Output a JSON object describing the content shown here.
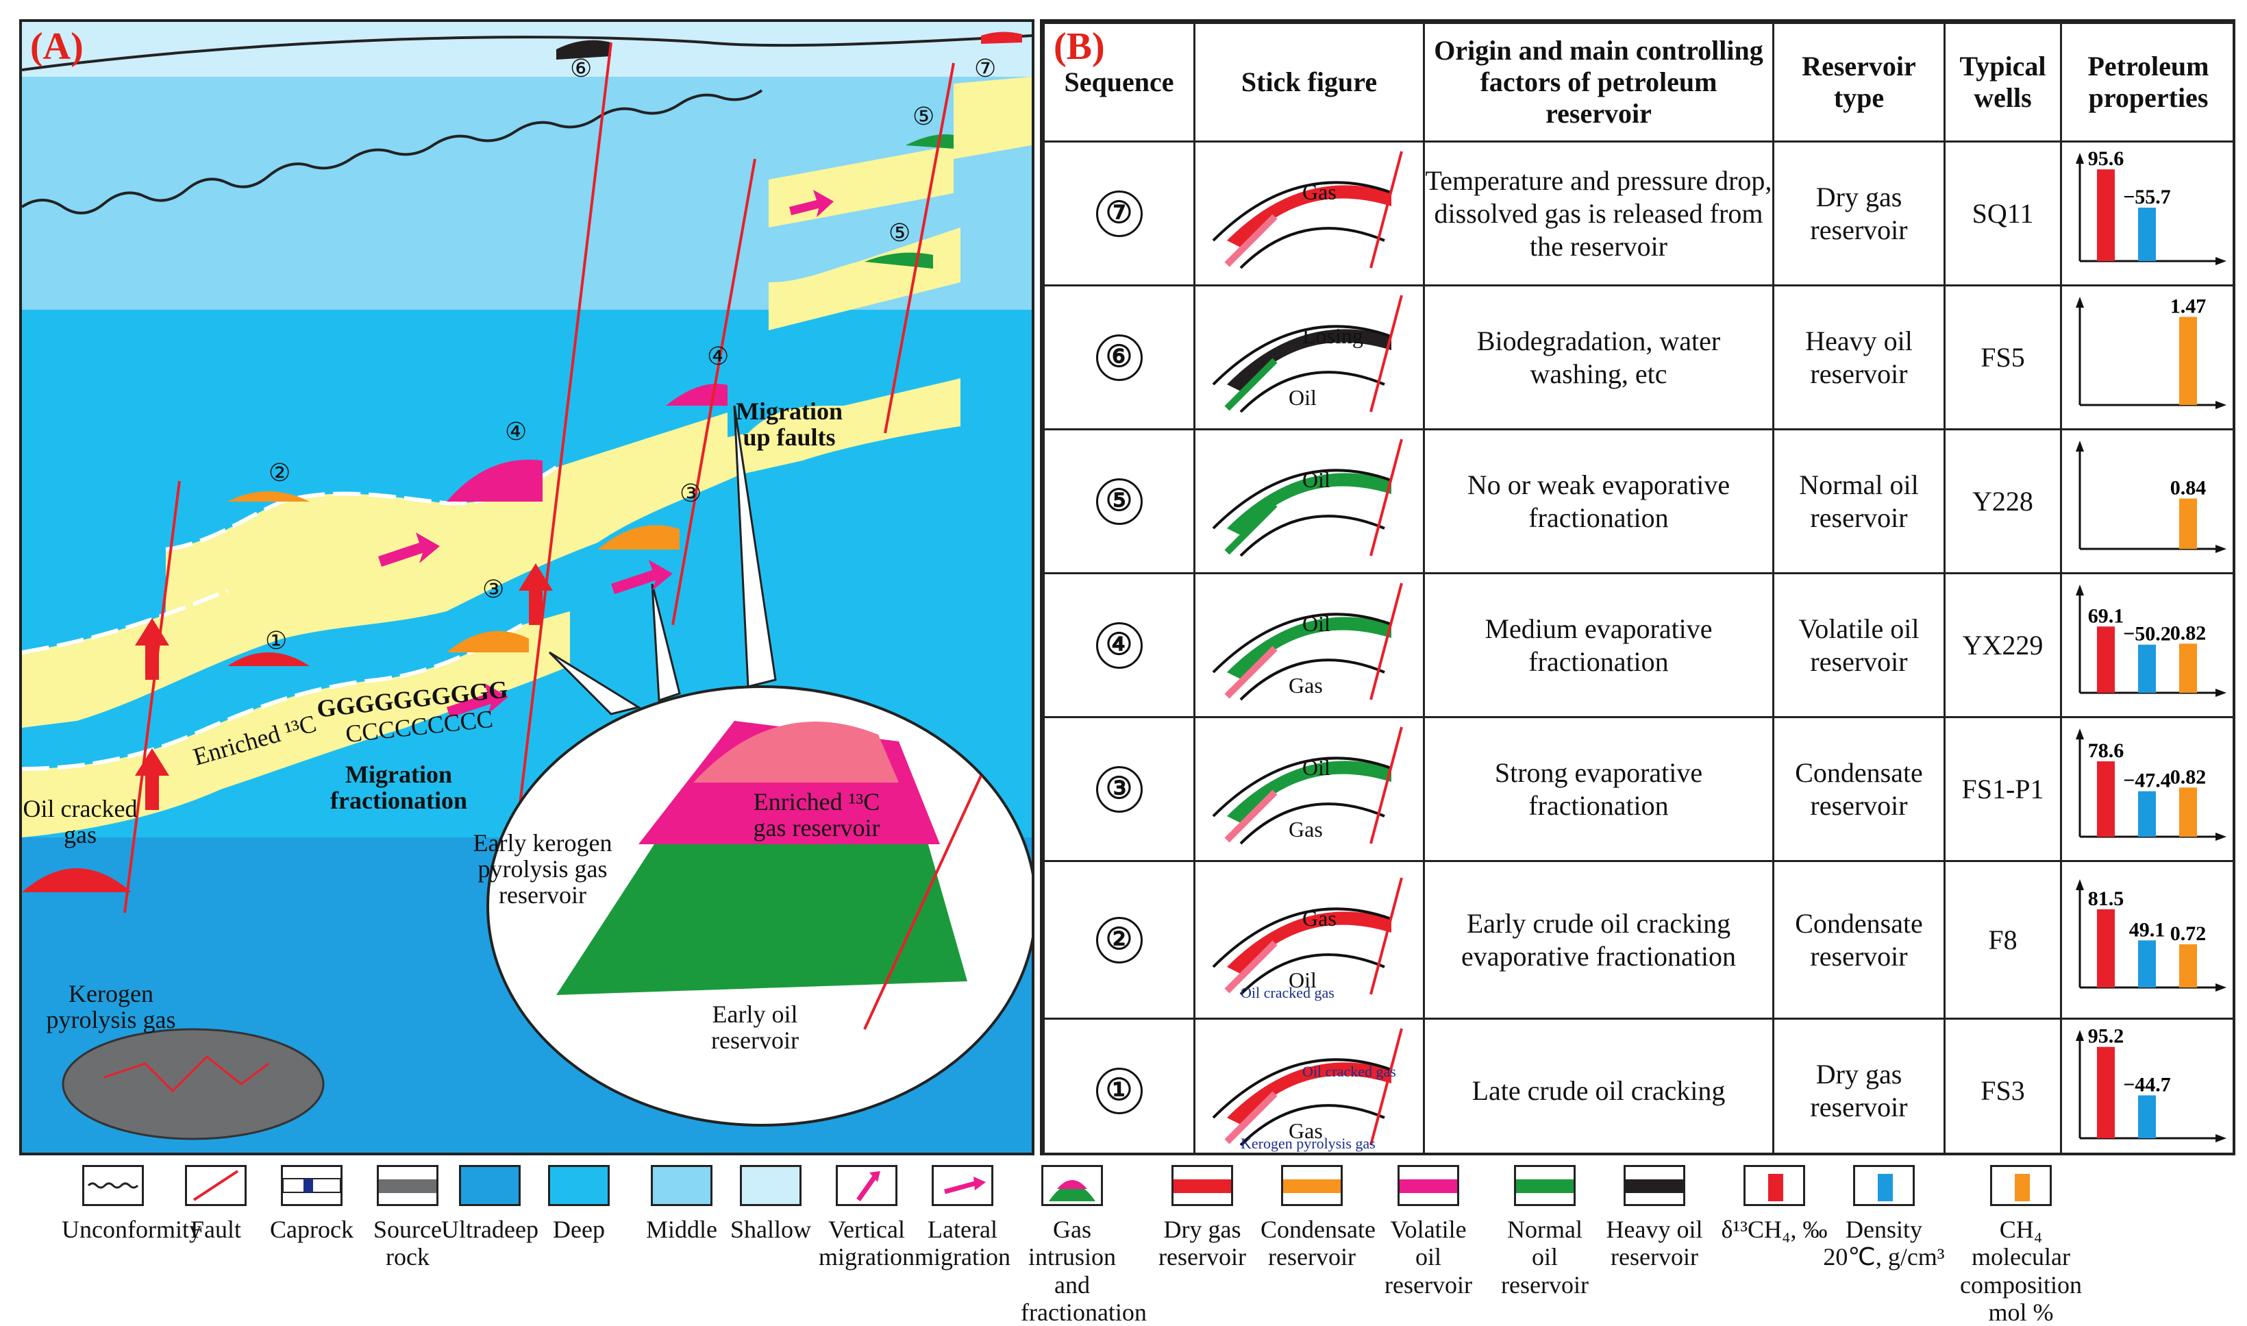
{
  "panel_a": {
    "label": "(A)",
    "oil_cracked_gas": "Oil cracked gas",
    "kerogen_pyrolysis_gas": "Kerogen pyrolysis gas",
    "enriched_13c": "Enriched ¹³C",
    "g_letters": "GGGGGGGGGG",
    "c_letters": "CCCCCCCCC",
    "migration_fractionation": "Migration fractionation",
    "migration_up_faults": "Migration up faults",
    "early_kerogen": "Early kerogen pyrolysis gas reservoir",
    "enriched_13c_gas": "Enriched ¹³C gas reservoir",
    "early_oil": "Early oil reservoir",
    "markers": [
      "①",
      "②",
      "③",
      "④",
      "⑤",
      "⑤",
      "⑥",
      "⑦"
    ]
  },
  "panel_b": {
    "label": "(B)",
    "headers": [
      "Sequence",
      "Stick figure",
      "Origin and main controlling factors of petroleum reservoir",
      "Reservoir type",
      "Typical wells",
      "Petroleum properties"
    ],
    "rows": [
      {
        "seq": "⑦",
        "origin": "Temperature and pressure drop, dissolved gas is released from the reservoir",
        "type": "Dry gas reservoir",
        "well": "SQ11",
        "stick_labels": [
          "Gas"
        ],
        "props": [
          {
            "kind": "d13c",
            "value": "95.6"
          },
          {
            "kind": "density",
            "value": "−55.7"
          }
        ]
      },
      {
        "seq": "⑥",
        "origin": "Biodegradation, water washing, etc",
        "type": "Heavy oil reservoir",
        "well": "FS5",
        "stick_labels": [
          "Losing",
          "Oil"
        ],
        "props": [
          {
            "kind": "ch4",
            "value": "1.47"
          }
        ]
      },
      {
        "seq": "⑤",
        "origin": "No or weak evaporative fractionation",
        "type": "Normal oil reservoir",
        "well": "Y228",
        "stick_labels": [
          "Oil"
        ],
        "props": [
          {
            "kind": "ch4",
            "value": "0.84"
          }
        ]
      },
      {
        "seq": "④",
        "origin": "Medium evaporative fractionation",
        "type": "Volatile oil reservoir",
        "well": "YX229",
        "stick_labels": [
          "Oil",
          "Gas"
        ],
        "props": [
          {
            "kind": "d13c",
            "value": "69.1"
          },
          {
            "kind": "density",
            "value": "−50.2"
          },
          {
            "kind": "ch4",
            "value": "0.82"
          }
        ]
      },
      {
        "seq": "③",
        "origin": "Strong evaporative fractionation",
        "type": "Condensate reservoir",
        "well": "FS1-P1",
        "stick_labels": [
          "Oil",
          "Gas"
        ],
        "props": [
          {
            "kind": "d13c",
            "value": "78.6"
          },
          {
            "kind": "density",
            "value": "−47.4"
          },
          {
            "kind": "ch4",
            "value": "0.82"
          }
        ]
      },
      {
        "seq": "②",
        "origin": "Early crude oil cracking evaporative fractionation",
        "type": "Condensate reservoir",
        "well": "F8",
        "stick_labels": [
          "Gas",
          "Oil",
          "Oil cracked gas"
        ],
        "props": [
          {
            "kind": "d13c",
            "value": "81.5"
          },
          {
            "kind": "density",
            "value": "49.1"
          },
          {
            "kind": "ch4",
            "value": "0.72"
          }
        ]
      },
      {
        "seq": "①",
        "origin": "Late crude oil cracking",
        "type": "Dry gas reservoir",
        "well": "FS3",
        "stick_labels": [
          "Oil cracked gas",
          "Gas",
          "Kerogen pyrolysis gas"
        ],
        "props": [
          {
            "kind": "d13c",
            "value": "95.2"
          },
          {
            "kind": "density",
            "value": "−44.7"
          }
        ]
      }
    ]
  },
  "legend": [
    {
      "name": "unconformity",
      "label": "Unconformity"
    },
    {
      "name": "fault",
      "label": "Fault"
    },
    {
      "name": "caprock",
      "label": "Caprock"
    },
    {
      "name": "source-rock",
      "label": "Source rock"
    },
    {
      "name": "ultradeep",
      "label": "Ultradeep"
    },
    {
      "name": "deep",
      "label": "Deep"
    },
    {
      "name": "middle",
      "label": "Middle"
    },
    {
      "name": "shallow",
      "label": "Shallow"
    },
    {
      "name": "vertical-migration",
      "label": "Vertical migration"
    },
    {
      "name": "lateral-migration",
      "label": "Lateral migration"
    },
    {
      "name": "gas-intrusion",
      "label": "Gas intrusion and fractionation"
    },
    {
      "name": "dry-gas",
      "label": "Dry gas reservoir"
    },
    {
      "name": "condensate",
      "label": "Condensate reservoir"
    },
    {
      "name": "volatile-oil",
      "label": "Volatile oil reservoir"
    },
    {
      "name": "normal-oil",
      "label": "Normal oil reservoir"
    },
    {
      "name": "heavy-oil",
      "label": "Heavy oil reservoir"
    },
    {
      "name": "d13c",
      "label": "δ¹³CH₄, ‰"
    },
    {
      "name": "density",
      "label": "Density 20℃, g/cm³"
    },
    {
      "name": "ch4",
      "label": "CH₄ molecular composition mol %"
    }
  ],
  "colors": {
    "dry_gas": "#e8202a",
    "condensate": "#f7941d",
    "volatile": "#ec1c8c",
    "normal_oil": "#1a9a3c",
    "heavy_oil": "#231f20",
    "ultradeep": "#1f9fe0",
    "deep": "#1fbdef",
    "middle": "#87d7f5",
    "shallow": "#cdeefb",
    "yellow": "#fbf59b",
    "source": "#6d6e70",
    "density": "#1b9ae0",
    "ch4": "#f7941d"
  }
}
